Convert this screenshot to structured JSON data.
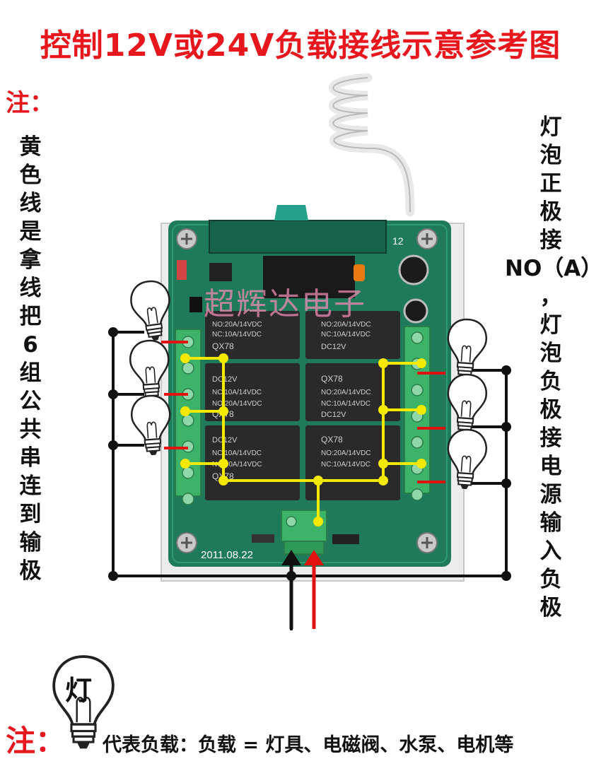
{
  "title": "控制12V或24V负载接线示意参考图",
  "note_label": "注：",
  "left_note": [
    "黄",
    "色",
    "线",
    "是",
    "拿",
    "线",
    "把",
    "6",
    "组",
    "公",
    "共",
    "串",
    "连",
    "到",
    "输",
    "极"
  ],
  "right_note": [
    "灯",
    "泡",
    "正",
    "极",
    "接",
    "NO（A）",
    "，",
    "灯",
    "泡",
    "负",
    "极",
    "接",
    "电",
    "源",
    "输",
    "入",
    "负",
    "极"
  ],
  "watermark": "超辉达电子",
  "board": {
    "date_print": "2011.08.22",
    "relay_model": "QX78",
    "relay_spec_1": "NO:20A/14VDC",
    "relay_spec_2": "NC:10A/14VDC",
    "relay_coil": "DC12V",
    "module_label": "12",
    "colors": {
      "pcb": "#1f7a5a",
      "relay": "#2a2a2a",
      "terminal": "#3db36a",
      "yellow_wire": "#f5e900",
      "red_wire": "#e01212",
      "black_wire": "#111111"
    }
  },
  "legend": {
    "lamp_label": "灯",
    "note_label": "注：",
    "text": "代表负载：负载 = 灯具、电磁阀、水泵、电机等"
  }
}
